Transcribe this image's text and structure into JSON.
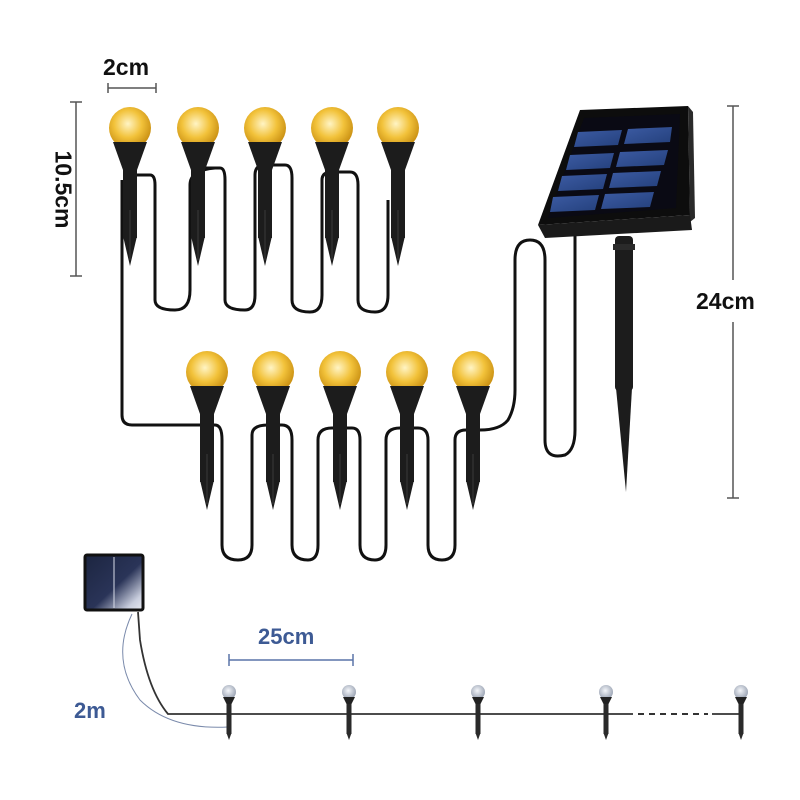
{
  "diagram": {
    "title": "Solar garden stake lights dimension diagram",
    "colors": {
      "bulb_glow": "#f2c23a",
      "stake": "#1c1c1c",
      "wire": "#111111",
      "panel_cell": "#2d4a8c",
      "dimension_line": "#555555",
      "accent_blue": "#3d5a94"
    },
    "dimensions": {
      "bulb_width": "2cm",
      "stake_height": "10.5cm",
      "panel_height": "24cm",
      "cable_length": "2m",
      "spacing": "25cm"
    },
    "components": {
      "lights_top_row": 5,
      "lights_bottom_row": 5,
      "lights_total": 10,
      "solar_panel": "solar-panel-with-stake",
      "schematic_lights": 5
    }
  }
}
